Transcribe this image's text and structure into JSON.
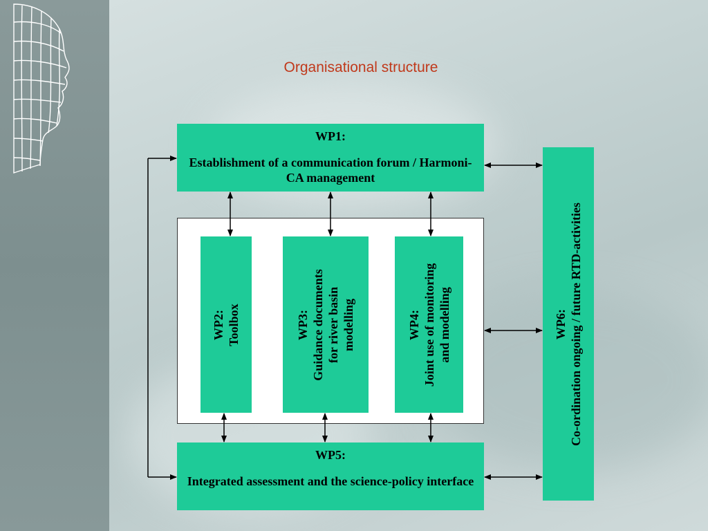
{
  "title": "Organisational structure",
  "wp1": {
    "head": "WP1:",
    "body": "Establishment of a communication forum / Harmoni-CA management"
  },
  "wp2": {
    "head": "WP2:",
    "body": "Toolbox"
  },
  "wp3": {
    "head": "WP3:",
    "line1": "Guidance documents",
    "line2": "for river basin",
    "line3": "modelling"
  },
  "wp4": {
    "head": "WP4:",
    "line1": "Joint use of monitoring",
    "line2": "and modelling"
  },
  "wp5": {
    "head": "WP5:",
    "body": "Integrated assessment and the science-policy interface"
  },
  "wp6": {
    "head": "WP6:",
    "body": "Co-ordination ongoing / future RTD-activities"
  },
  "colors": {
    "box": "#1ecb98",
    "title": "#c0391b",
    "band": "#7d8f8f"
  },
  "icons": {
    "logo": "wireframe-face-logo"
  }
}
